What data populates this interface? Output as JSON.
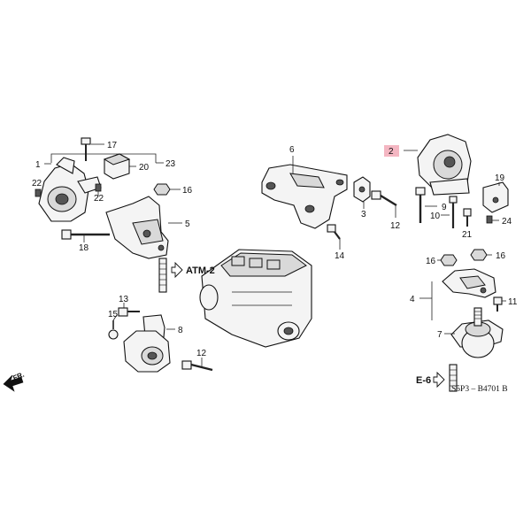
{
  "callouts": [
    {
      "id": "c1",
      "text": "1"
    },
    {
      "id": "c2",
      "text": "2",
      "highlight": true
    },
    {
      "id": "c3",
      "text": "3"
    },
    {
      "id": "c4",
      "text": "4"
    },
    {
      "id": "c5",
      "text": "5"
    },
    {
      "id": "c6",
      "text": "6"
    },
    {
      "id": "c7",
      "text": "7"
    },
    {
      "id": "c8",
      "text": "8"
    },
    {
      "id": "c9",
      "text": "9"
    },
    {
      "id": "c10",
      "text": "10"
    },
    {
      "id": "c11",
      "text": "11"
    },
    {
      "id": "c12a",
      "text": "12"
    },
    {
      "id": "c12b",
      "text": "12"
    },
    {
      "id": "c13",
      "text": "13"
    },
    {
      "id": "c14",
      "text": "14"
    },
    {
      "id": "c15",
      "text": "15"
    },
    {
      "id": "c16a",
      "text": "16"
    },
    {
      "id": "c16b",
      "text": "16"
    },
    {
      "id": "c16c",
      "text": "16"
    },
    {
      "id": "c17",
      "text": "17"
    },
    {
      "id": "c18",
      "text": "18"
    },
    {
      "id": "c19",
      "text": "19"
    },
    {
      "id": "c20",
      "text": "20"
    },
    {
      "id": "c21",
      "text": "21"
    },
    {
      "id": "c22a",
      "text": "22"
    },
    {
      "id": "c22b",
      "text": "22"
    },
    {
      "id": "c23",
      "text": "23"
    },
    {
      "id": "c24",
      "text": "24"
    }
  ],
  "references": {
    "atm": "ATM-2",
    "e6": "E-6",
    "front": "FR."
  },
  "diagram_code": "S5P3 – B4701 B",
  "colors": {
    "highlight_fill": "#f4b6c2",
    "line": "#222222",
    "part_fill": "#f4f4f4"
  }
}
